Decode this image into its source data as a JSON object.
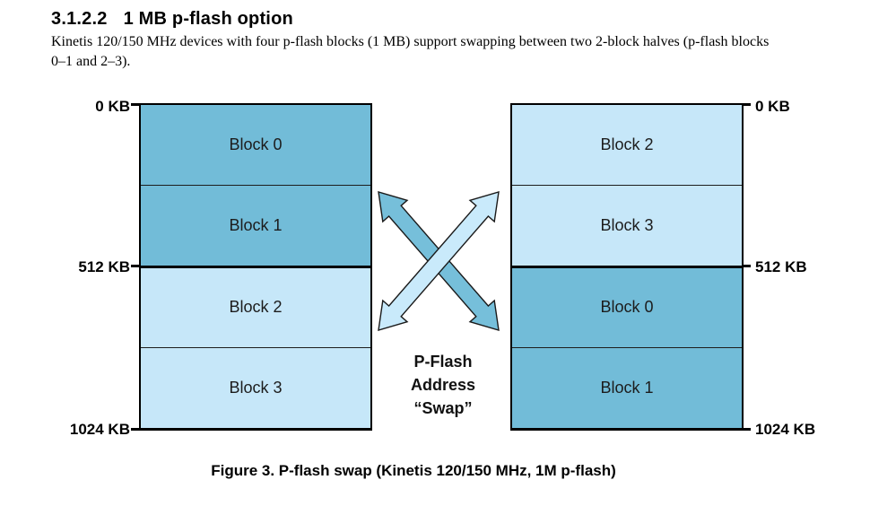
{
  "colors": {
    "dark_block": "#72bcd8",
    "light_block": "#c6e7f9",
    "arrow_dark": "#76bfda",
    "arrow_light": "#c9eafb",
    "border": "#000000"
  },
  "header": {
    "section_number": "3.1.2.2",
    "title": "1 MB p-flash option"
  },
  "paragraph": {
    "lines": [
      "Kinetis 120/150 MHz devices with four p-flash blocks (1 MB) support swapping between two 2-block halves (p-flash blocks",
      "0–1 and 2–3)."
    ]
  },
  "diagram": {
    "left_column": {
      "address_labels": [
        "0 KB",
        "512 KB",
        "1024 KB"
      ],
      "blocks": [
        {
          "label": "Block 0",
          "tone": "dark"
        },
        {
          "label": "Block 1",
          "tone": "dark"
        },
        {
          "label": "Block 2",
          "tone": "light"
        },
        {
          "label": "Block 3",
          "tone": "light"
        }
      ]
    },
    "right_column": {
      "address_labels": [
        "0 KB",
        "512 KB",
        "1024 KB"
      ],
      "blocks": [
        {
          "label": "Block 2",
          "tone": "light"
        },
        {
          "label": "Block 3",
          "tone": "light"
        },
        {
          "label": "Block 0",
          "tone": "dark"
        },
        {
          "label": "Block 1",
          "tone": "dark"
        }
      ]
    },
    "swap_label": {
      "line1": "P-Flash",
      "line2": "Address",
      "line3": "“Swap”"
    }
  },
  "caption": "Figure 3. P-flash swap (Kinetis 120/150 MHz, 1M p-flash)"
}
